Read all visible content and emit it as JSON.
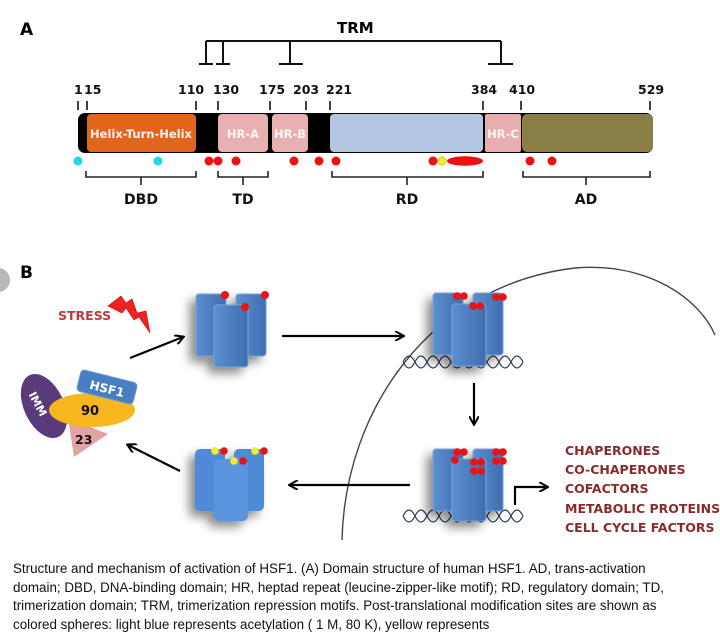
{
  "panel_a": {
    "label": "A",
    "trm_label": "TRM",
    "positions": [
      "1",
      "15",
      "110",
      "130",
      "175",
      "203",
      "221",
      "384",
      "410",
      "529"
    ],
    "segments": [
      {
        "name": "Helix-Turn-Helix",
        "label": "Helix-Turn-Helix",
        "color": "#E2651E"
      },
      {
        "name": "HR-A",
        "label": "HR-A",
        "color": "#E8B0B0"
      },
      {
        "name": "HR-B",
        "label": "HR-B",
        "color": "#E8B0B0"
      },
      {
        "name": "RD-region",
        "label": "",
        "color": "#B3C7E2"
      },
      {
        "name": "HR-C",
        "label": "HR-C",
        "color": "#E6AEAE"
      },
      {
        "name": "AD-region",
        "label": "",
        "color": "#8A7E47"
      }
    ],
    "domains": [
      {
        "label": "DBD"
      },
      {
        "label": "TD"
      },
      {
        "label": "RD"
      },
      {
        "label": "AD"
      }
    ],
    "ptm_colors": {
      "acetylation": "#22D7E6",
      "phosphorylation": "#EE1111",
      "sumoylation": "#F3EA2A"
    }
  },
  "panel_b": {
    "label": "B",
    "stress_label": "STRESS",
    "complex": {
      "hsf1": "HSF1",
      "hsp90": "90",
      "imm": "IMM",
      "p23": "23"
    },
    "targets": [
      "CHAPERONES",
      "CO-CHAPERONES",
      "COFACTORS",
      "METABOLIC PROTEINS",
      "CELL CYCLE FACTORS"
    ],
    "colors": {
      "stress": "#C0393B",
      "target_text": "#8B2A2A",
      "monomer": "#4A7EC2",
      "hsp90": "#F6B81E",
      "imm": "#5A3A7A",
      "p23": "#E3A3A3"
    }
  },
  "caption": {
    "line1": "Structure and mechanism of activation of HSF1. (A) Domain structure of human HSF1. AD, trans-activation",
    "line2": "domain; DBD, DNA-binding domain; HR, heptad repeat (leucine-zipper-like motif); RD, regulatory domain; TD,",
    "line3": "trimerization domain; TRM, trimerization repression motifs. Post-translational modification sites are shown as",
    "line4": "colored spheres: light blue represents acetylation ( 1 M, 80 K), yellow represents"
  }
}
